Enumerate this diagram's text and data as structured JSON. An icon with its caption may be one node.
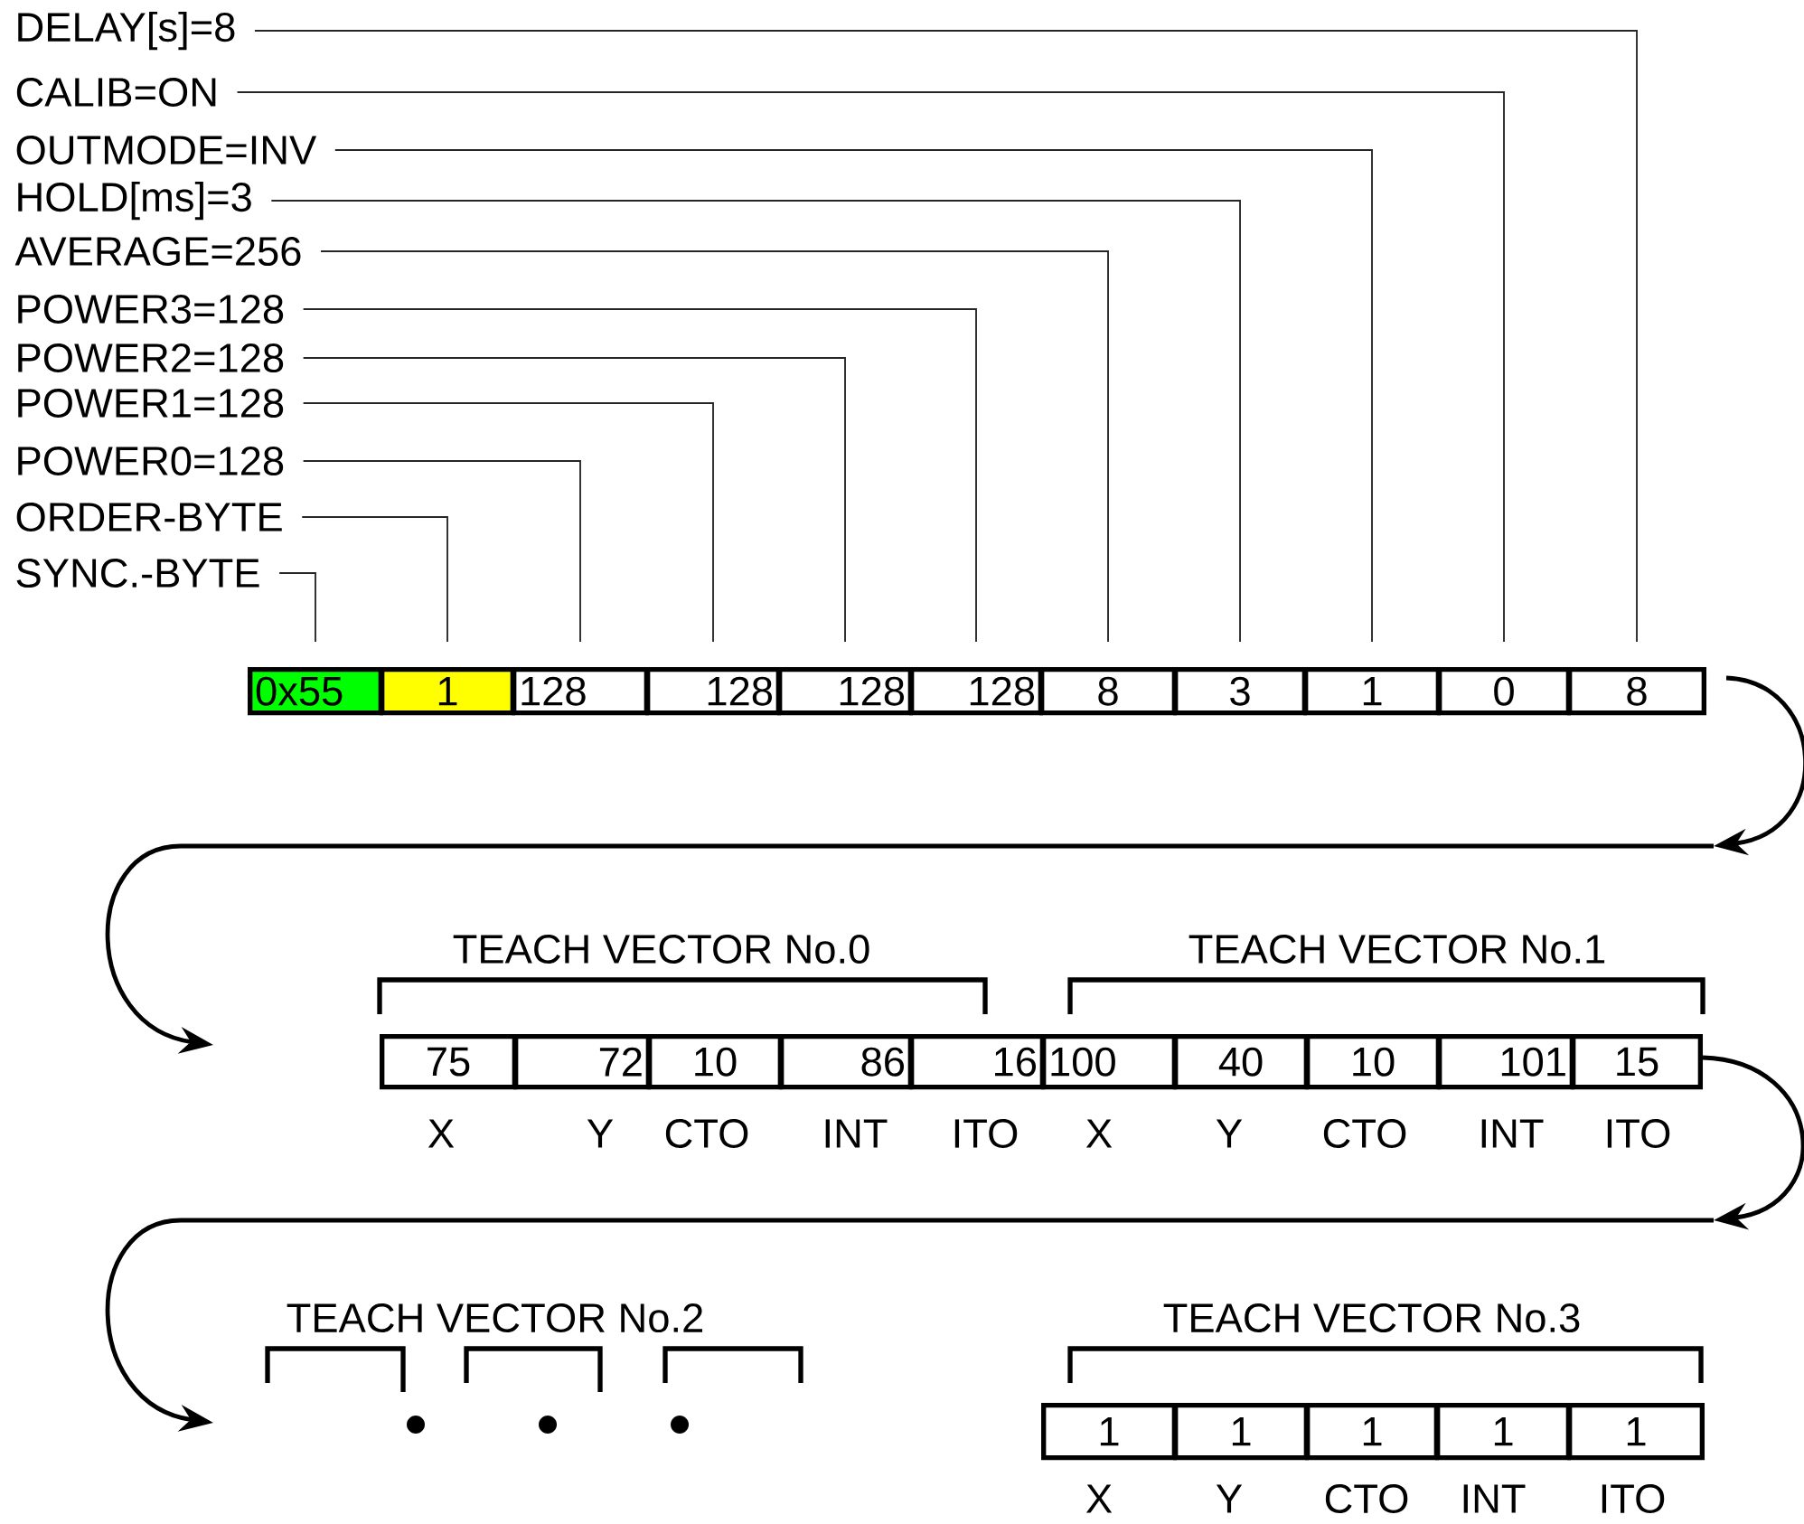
{
  "diagram": {
    "nodes": [
      {
        "text": [
          "DELAY[s]=8"
        ]
      },
      {
        "text": [
          "CALIB=ON"
        ]
      },
      {
        "text": [
          "OUTMODE=INV"
        ]
      },
      {
        "text": [
          "HOLD[ms]=3"
        ]
      },
      {
        "text": [
          "AVERAGE=256"
        ]
      },
      {
        "text": [
          "POWER3=128"
        ]
      },
      {
        "text": [
          "POWER2=128"
        ]
      },
      {
        "text": [
          "POWER1=128"
        ]
      },
      {
        "text": [
          "POWER0=128"
        ]
      },
      {
        "text": [
          "ORDER-BYTE"
        ]
      },
      {
        "text": [
          "SYNC.-BYTE"
        ]
      },
      {
        "text": [
          "0x55"
        ]
      },
      {
        "text": [
          "1"
        ]
      },
      {
        "text": [
          "128"
        ]
      },
      {
        "text": [
          "128"
        ]
      },
      {
        "text": [
          "128"
        ]
      },
      {
        "text": [
          "128"
        ]
      },
      {
        "text": [
          "8"
        ]
      },
      {
        "text": [
          "3"
        ]
      },
      {
        "text": [
          "1"
        ]
      },
      {
        "text": [
          "0"
        ]
      },
      {
        "text": [
          "8"
        ]
      },
      {
        "text": [
          "75"
        ]
      },
      {
        "text": [
          "72"
        ]
      },
      {
        "text": [
          "10"
        ]
      },
      {
        "text": [
          "86"
        ]
      },
      {
        "text": [
          "16"
        ]
      },
      {
        "text": [
          "100"
        ]
      },
      {
        "text": [
          "40"
        ]
      },
      {
        "text": [
          "10"
        ]
      },
      {
        "text": [
          "101"
        ]
      },
      {
        "text": [
          "15"
        ]
      },
      {
        "text": [
          "1"
        ]
      },
      {
        "text": [
          "1"
        ]
      },
      {
        "text": [
          "1"
        ]
      },
      {
        "text": [
          "1"
        ]
      },
      {
        "text": [
          "1"
        ]
      }
    ],
    "edges": [
      {
        "from": 0,
        "to": 21,
        "arrow": "none"
      },
      {
        "from": 1,
        "to": 20,
        "arrow": "none"
      },
      {
        "from": 2,
        "to": 19,
        "arrow": "none"
      },
      {
        "from": 3,
        "to": 18,
        "arrow": "none"
      },
      {
        "from": 4,
        "to": 17,
        "arrow": "none"
      },
      {
        "from": 5,
        "to": 16,
        "arrow": "none"
      },
      {
        "from": 6,
        "to": 15,
        "arrow": "none"
      },
      {
        "from": 7,
        "to": 14,
        "arrow": "none"
      },
      {
        "from": 8,
        "to": 13,
        "arrow": "none"
      },
      {
        "from": 9,
        "to": 12,
        "arrow": "none"
      },
      {
        "from": 10,
        "to": 11,
        "arrow": "none"
      }
    ],
    "labels": [
      "TEACH VECTOR No.0",
      "TEACH VECTOR No.1",
      "X",
      "Y",
      "CTO",
      "INT",
      "ITO",
      "X",
      "Y",
      "CTO",
      "INT",
      "ITO",
      "TEACH VECTOR No.2",
      "TEACH VECTOR No.3",
      "X",
      "Y",
      "CTO",
      "INT",
      "ITO"
    ]
  }
}
